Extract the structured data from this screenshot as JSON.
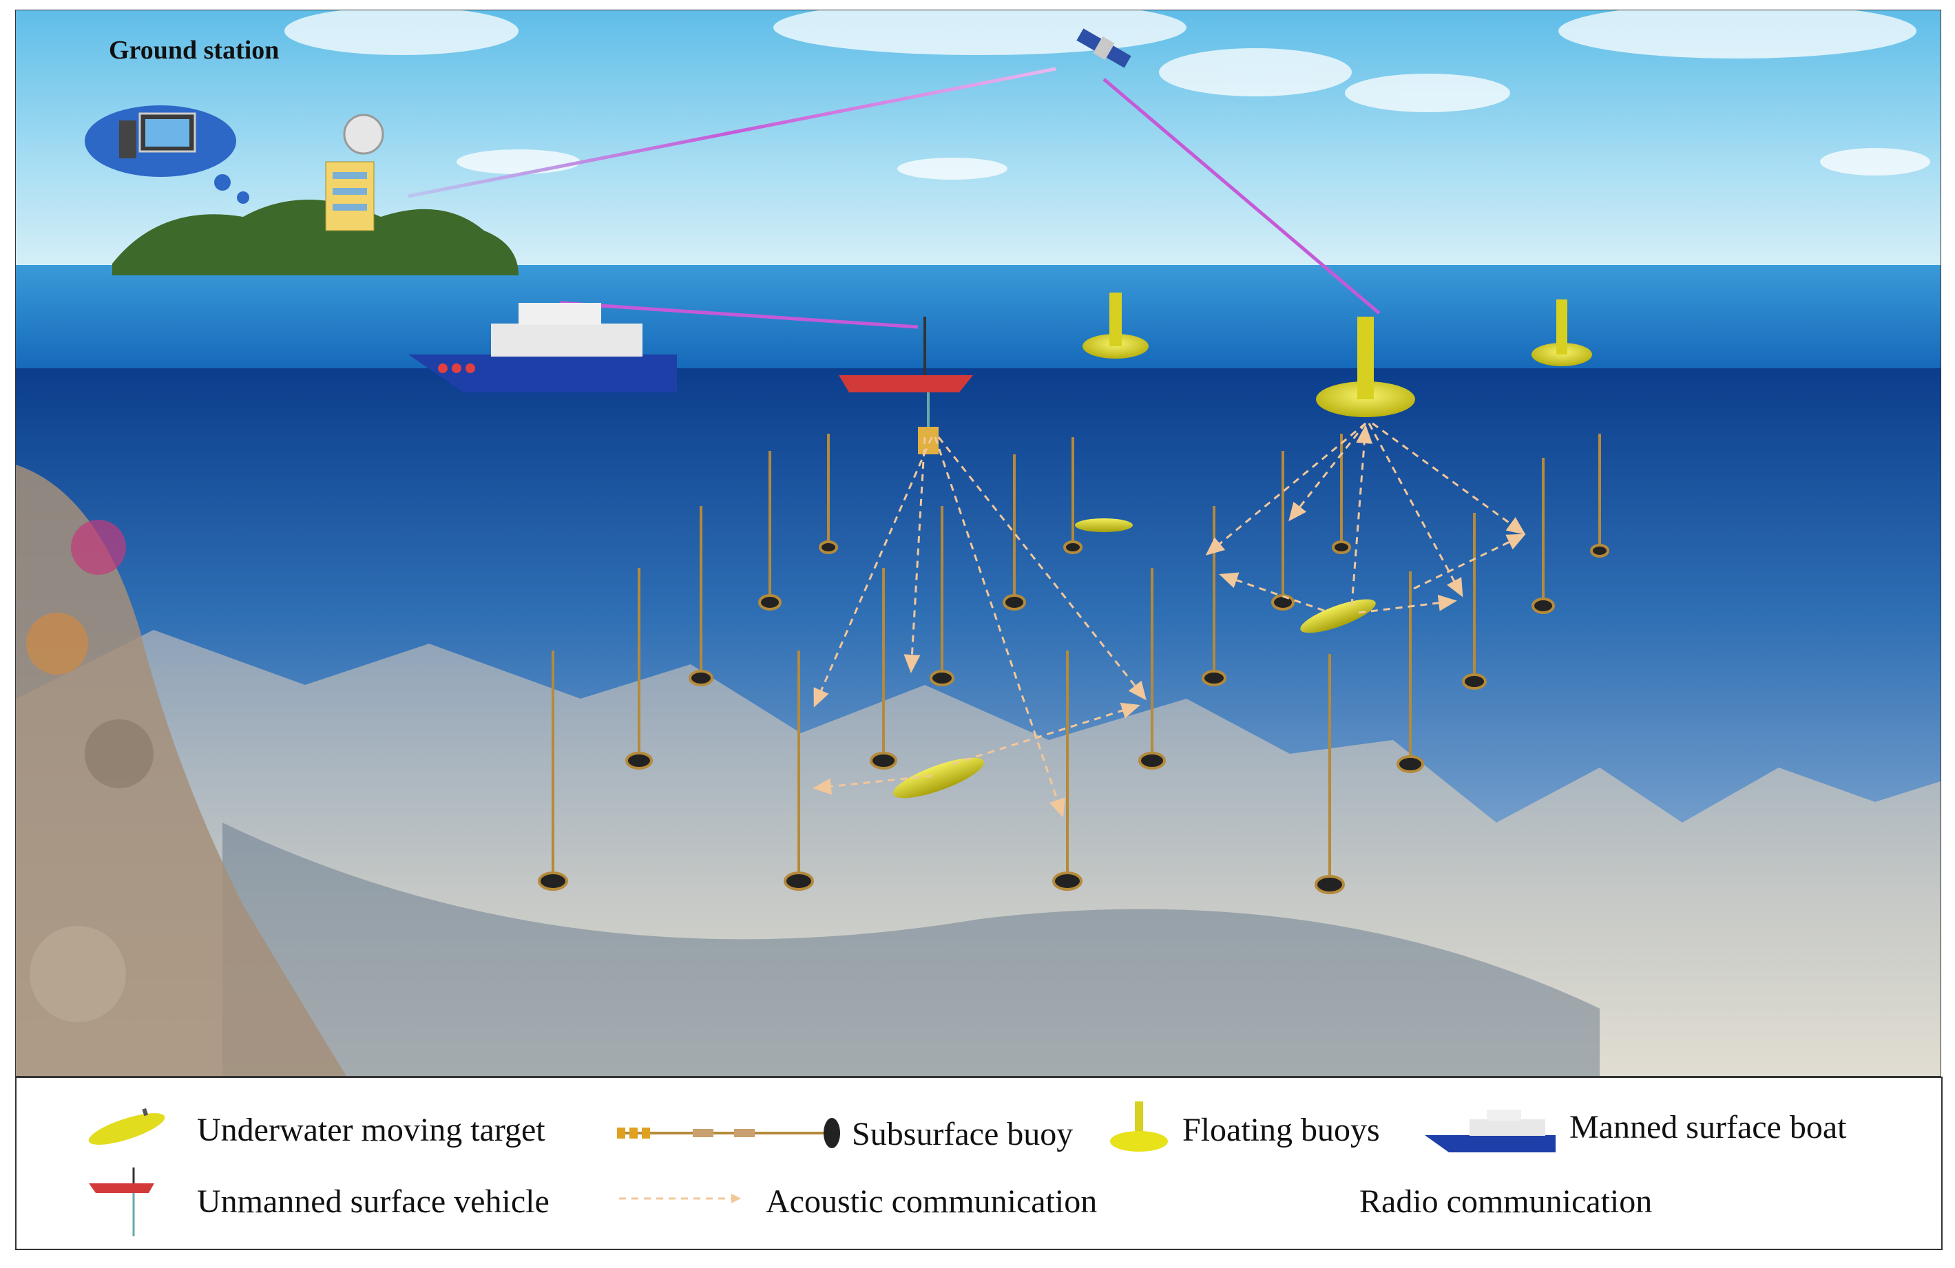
{
  "scene": {
    "ground_station_label": "Ground station"
  },
  "colors": {
    "sky_top": "#6ec6ea",
    "sea_surface": "#1e6fbf",
    "deep_sea": "#0d3f86",
    "buoy_yellow": "#e7e21a",
    "radio_line": "#c45ad8",
    "acoustic_line": "#f0c9a0",
    "boat_blue": "#1f3fa8",
    "usv_red": "#d23a3a"
  },
  "legend": {
    "underwater_target": "Underwater moving target",
    "subsurface_buoy": "Subsurface buoy",
    "floating_buoys": "Floating buoys",
    "manned_boat": "Manned surface boat",
    "usv": "Unmanned surface vehicle",
    "acoustic": "Acoustic communication",
    "radio": "Radio communication"
  }
}
